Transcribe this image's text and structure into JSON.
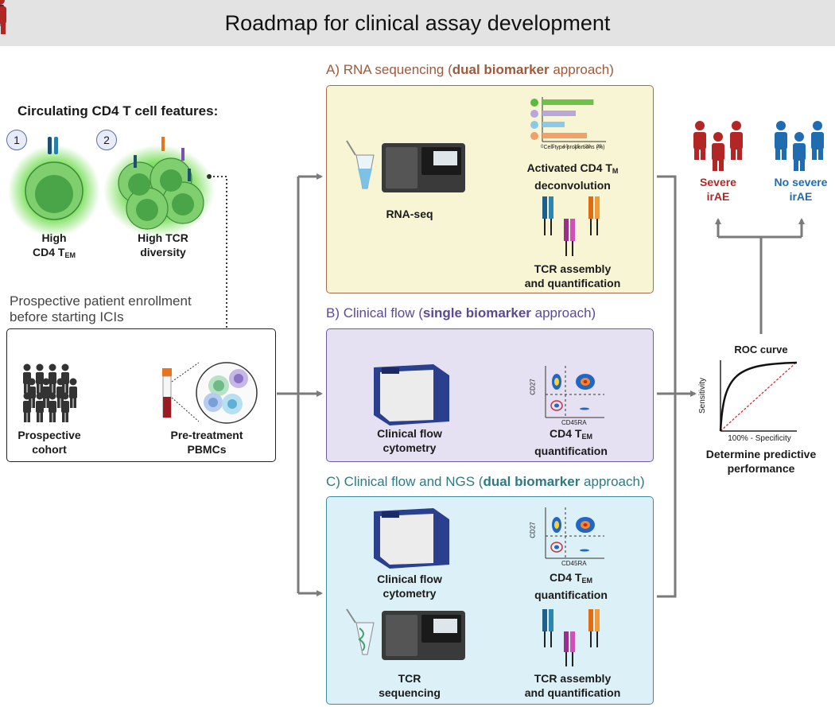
{
  "header": {
    "title": "Roadmap for clinical assay development"
  },
  "features": {
    "heading": "Circulating CD4 T cell features:",
    "item1": {
      "num": "1",
      "line1": "High",
      "line2": "CD4 T",
      "sub": "EM"
    },
    "item2": {
      "num": "2",
      "line1": "High TCR",
      "line2": "diversity"
    }
  },
  "enrollment": {
    "line1": "Prospective patient enrollment",
    "line2": "before starting ICIs",
    "cohort": [
      "Prospective",
      "cohort"
    ],
    "pbmc": [
      "Pre-treatment",
      "PBMCs"
    ]
  },
  "section_a": {
    "prefix": "A) RNA sequencing (",
    "bold": "dual biomarker",
    "suffix": " approach)",
    "rnaseq": "RNA-seq",
    "deconv1": "Activated CD4 T",
    "deconv_sub": "M",
    "deconv2": "deconvolution",
    "tcr": [
      "TCR assembly",
      "and quantification"
    ],
    "mini_chart": {
      "xlabel": "Cell type proportions (%)",
      "ticks": [
        "0",
        "5",
        "10",
        "15",
        "20",
        "25"
      ],
      "bars": [
        {
          "value": 23,
          "color": "#6cc24a"
        },
        {
          "value": 15,
          "color": "#b8a6dd"
        },
        {
          "value": 10,
          "color": "#8cc8e8"
        },
        {
          "value": 20,
          "color": "#f3a06a"
        }
      ]
    }
  },
  "section_b": {
    "prefix": "B) Clinical flow (",
    "bold": "single biomarker",
    "suffix": " approach)",
    "instrument": [
      "Clinical flow",
      "cytometry"
    ],
    "quant1": "CD4 T",
    "quant_sub": "EM",
    "quant2": "quantification",
    "axis_y": "CD27",
    "axis_x": "CD45RA"
  },
  "section_c": {
    "prefix": "C) Clinical flow and NGS (",
    "bold": "dual biomarker",
    "suffix": " approach)",
    "instrument": [
      "Clinical flow",
      "cytometry"
    ],
    "quant1": "CD4 T",
    "quant_sub": "EM",
    "quant2": "quantification",
    "axis_y": "CD27",
    "axis_x": "CD45RA",
    "seq": [
      "TCR",
      "sequencing"
    ],
    "tcr": [
      "TCR assembly",
      "and quantification"
    ]
  },
  "outcome": {
    "severe": [
      "Severe",
      "irAE"
    ],
    "no_severe": [
      "No severe",
      "irAE"
    ],
    "severe_color": "#b32626",
    "no_severe_color": "#1f6cb0",
    "roc_title": "ROC curve",
    "roc_y": "Sensitivity",
    "roc_x": "100% - Specificity",
    "perf": [
      "Determine predictive",
      "performance"
    ]
  },
  "colors": {
    "panel_a_title": "#9e5a3c",
    "panel_b_title": "#5b4a94",
    "panel_c_title": "#2f7a82",
    "arrow": "#7a7a7a"
  }
}
